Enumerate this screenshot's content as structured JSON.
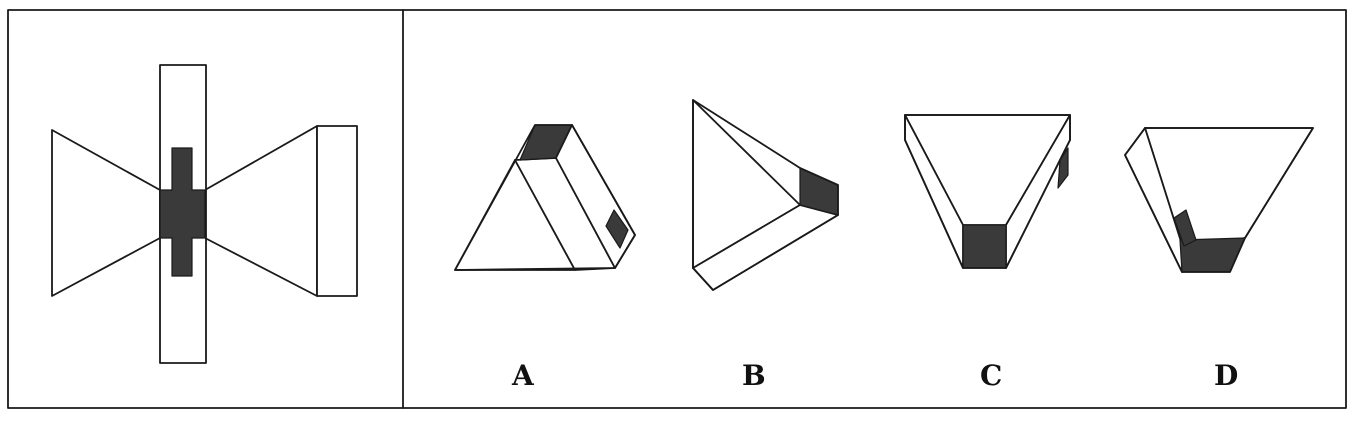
{
  "options": [
    {
      "label": "A"
    },
    {
      "label": "B"
    },
    {
      "label": "C"
    },
    {
      "label": "D"
    }
  ],
  "colors": {
    "line": "#1a1a1a",
    "shaded": "#3a3a3a",
    "background": "#ffffff"
  }
}
